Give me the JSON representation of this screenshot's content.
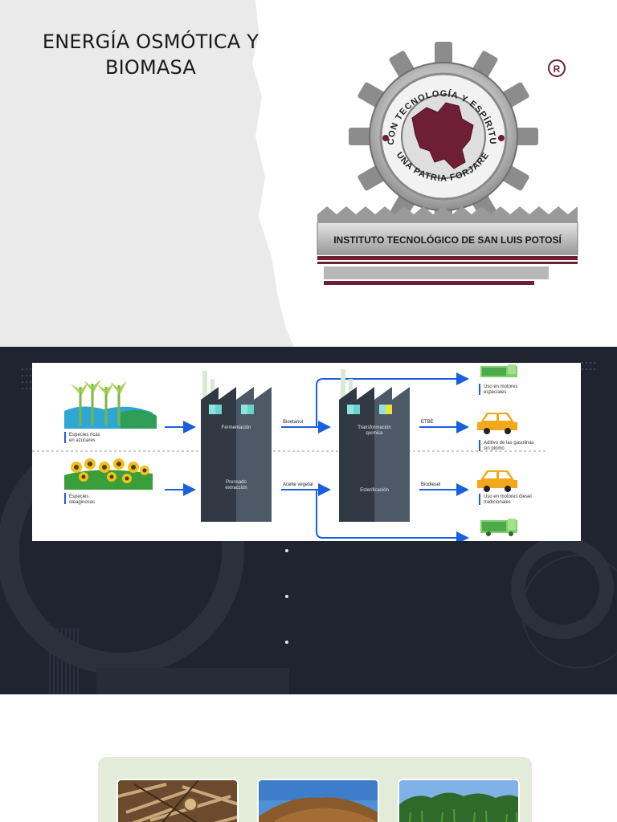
{
  "slide1": {
    "title_line1": "ENERGÍA OSMÓTICA Y",
    "title_line2": "BIOMASA",
    "logo": {
      "ring_text_top": "CON TECNOLOGÍA Y ESPÍRITU",
      "ring_text_bottom": "UNA PATRIA FORJARE",
      "registered_mark": "R",
      "banner_text": "INSTITUTO TECNOLÓGICO DE SAN LUIS POTOSÍ"
    }
  },
  "slide2": {
    "diagram": {
      "source_sugar": "Especies ricas",
      "source_sugar_2": "en azúcares",
      "source_oil": "Especies",
      "source_oil_2": "oleaginosas",
      "process_fermentation": "Fermentación",
      "process_pressing": "Prensado",
      "process_pressing_2": "extracción",
      "label_bioethanol": "Bioetanol",
      "label_vegetable_oil": "Aceite vegetal",
      "process_transformation": "Transformación",
      "process_transformation_2": "química",
      "process_esterification": "Esterificación",
      "label_etbe": "ETBE",
      "label_biodiesel": "Biodiesel",
      "use_special_engines": "Uso en motores",
      "use_special_engines_2": "especiales",
      "use_additive": "Aditivo de las gasolinas",
      "use_additive_2": "sin plomo",
      "use_diesel_engines": "Uso en motores diesel",
      "use_diesel_engines_2": "tradicionales"
    },
    "bullets": [
      "",
      "",
      ""
    ]
  },
  "colors": {
    "dark_slide_bg": "#1f2430",
    "flow_arrow": "#1a5fe0",
    "tower_left": "#303944",
    "tower_right": "#4e5968",
    "logo_maroon": "#6e1f36",
    "panel_green": "#e3ecd9"
  }
}
